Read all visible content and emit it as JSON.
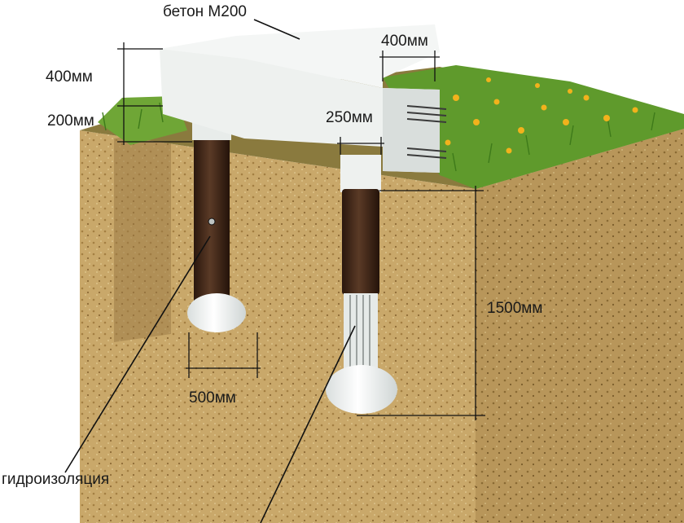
{
  "labels": {
    "concrete_grade": "бетон М200",
    "grillage_height": "400мм",
    "grillage_width": "400мм",
    "plinth_gap": "200мм",
    "pile_diameter": "250мм",
    "pile_depth": "1500мм",
    "base_diameter": "500мм",
    "waterproofing": "гидроизоляция"
  },
  "colors": {
    "soil": "#c9a86a",
    "soil_dark": "#a78547",
    "concrete": "#eef1ef",
    "waterproofing": "#3a2418",
    "grass": "#5f9a2c",
    "flowers": "#f2b21c"
  }
}
